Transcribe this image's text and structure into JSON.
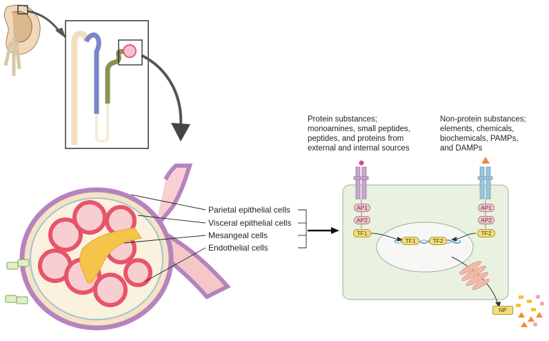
{
  "cell_labels": {
    "parietal": "Parietal epithelial cells",
    "visceral": "Visceral epithelial cells",
    "mesangeal": "Mesangeal cells",
    "endothelial": "Endothelial cells"
  },
  "inputs": {
    "protein": "Protein substances;\nmonoamines, small peptides,\npeptides, and proteins from\nexternal and internal sources",
    "non_protein": "Non-protein substances;\nelements, chemicals,\nbiochemicals, PAMPs,\nand DAMPs"
  },
  "signaling": {
    "ap1": "AP1",
    "ap2": "AP2",
    "tf1": "TF1",
    "tf2": "TF2",
    "np": "NP"
  },
  "colors": {
    "receptor_left": "#c9a8cf",
    "receptor_right": "#9cc6e0",
    "cell_fill": "#e9f2e0",
    "tf_fill": "#f3df7c",
    "ap_fill": "#f2c6cf",
    "capillary": "#e8546a",
    "capsule": "#b584be"
  }
}
